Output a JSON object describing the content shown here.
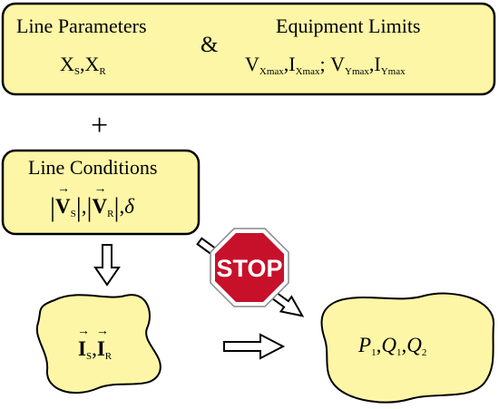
{
  "colors": {
    "box_fill": "#fdf6a6",
    "stroke": "#000000",
    "stop_red": "#c7112b",
    "stop_text": "#ffffff"
  },
  "top_box": {
    "line_params_title": "Line Parameters",
    "line_params_vars": {
      "x_s": "X",
      "x_s_sub": "S",
      "sep": ",",
      "x_r": "X",
      "x_r_sub": "R"
    },
    "ampersand": "&",
    "equip_title": "Equipment Limits",
    "equip_vars": {
      "v1": "V",
      "v1_sub": "Xmax",
      "c1": ",",
      "i1": "I",
      "i1_sub": "Xmax",
      "c2": ";",
      "v2": "V",
      "v2_sub": "Ymax",
      "c3": ",",
      "i2": "I",
      "i2_sub": "Ymax"
    }
  },
  "plus": "+",
  "conditions_box": {
    "title": "Line Conditions",
    "vars": {
      "vs": "V",
      "vs_sub": "S",
      "vr": "V",
      "vr_sub": "R",
      "comma1": ",",
      "comma2": ",",
      "delta": "δ"
    }
  },
  "currents_blob": {
    "i_s": "I",
    "i_s_sub": "S",
    "sep": ",",
    "i_r": "I",
    "i_r_sub": "R"
  },
  "stop_sign": {
    "text": "STOP"
  },
  "output_blob": {
    "p1": "P",
    "p1_sub": "1",
    "c1": ",",
    "q1": "Q",
    "q1_sub": "1",
    "c2": ",",
    "q2": "Q",
    "q2_sub": "2"
  }
}
